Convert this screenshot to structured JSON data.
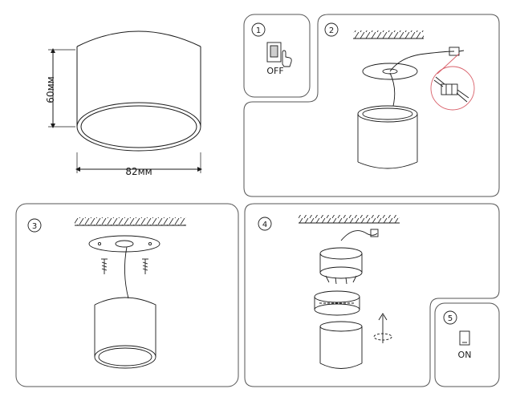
{
  "product": {
    "height_label": "60мм",
    "width_label": "82мм"
  },
  "steps": [
    {
      "number": "1",
      "caption": "OFF",
      "icon": "switch-off-icon"
    },
    {
      "number": "2",
      "caption": "",
      "icon": "wiring-connector-icon"
    },
    {
      "number": "3",
      "caption": "",
      "icon": "mounting-plate-screws-icon"
    },
    {
      "number": "4",
      "caption": "",
      "icon": "twist-lock-assembly-icon"
    },
    {
      "number": "5",
      "caption": "ON",
      "icon": "switch-on-icon"
    }
  ],
  "colors": {
    "line": "#1a1a1a",
    "panel_border": "#555555",
    "detail_circle": "#d9606a"
  }
}
